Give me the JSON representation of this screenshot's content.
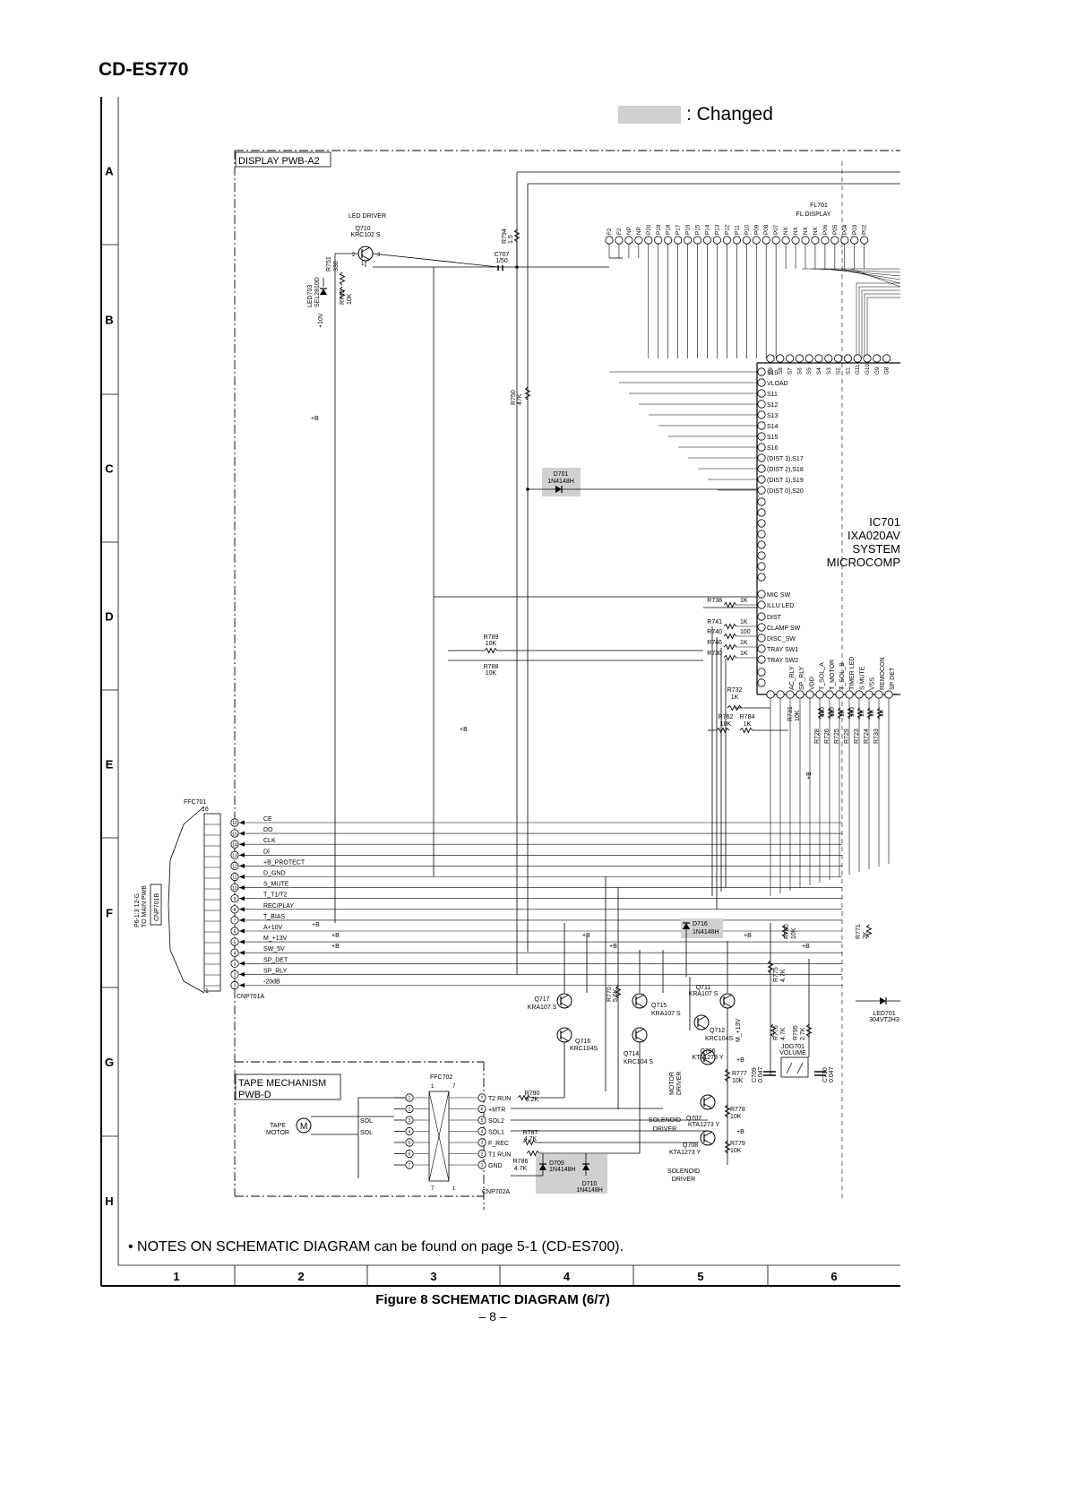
{
  "model": "CD-ES770",
  "legend_changed": ": Changed",
  "notes": "• NOTES ON SCHEMATIC DIAGRAM can be found on page 5-1 (CD-ES700).",
  "caption": "Figure 8 SCHEMATIC DIAGRAM (6/7)",
  "page_number": "– 8 –",
  "row_labels": [
    "A",
    "B",
    "C",
    "D",
    "E",
    "F",
    "G",
    "H"
  ],
  "col_labels": [
    "1",
    "2",
    "3",
    "4",
    "5",
    "6"
  ],
  "board_display": "DISPLAY PWB-A2",
  "board_tape": [
    "TAPE MECHANISM",
    "PWB-D"
  ],
  "fl701": [
    "FL701",
    "FL DISPLAY"
  ],
  "fl_pins": [
    "F2",
    "F2",
    "NP",
    "NP",
    "P20",
    "P19",
    "P18",
    "P17",
    "P16",
    "P15",
    "P14",
    "P13",
    "P12",
    "P11",
    "P10",
    "P09",
    "P08",
    "P07",
    "NX",
    "NX",
    "NX",
    "NX",
    "P06",
    "P05",
    "P04",
    "P03",
    "P02"
  ],
  "grid_pins": [
    "S9",
    "S8",
    "S7",
    "S6",
    "S5",
    "S4",
    "S3",
    "S2",
    "S1",
    "G11",
    "G10",
    "G9",
    "G8"
  ],
  "ic701": [
    "IC701",
    "IXA020AV",
    "SYSTEM",
    "MICROCOMP"
  ],
  "ic_left_pins": [
    "S10",
    "VLOAD",
    "S11",
    "S12",
    "S13",
    "S14",
    "S15",
    "S16",
    "(DIST 3),S17",
    "(DIST 2),S18",
    "(DIST 1),S19",
    "(DIST 0),S20",
    "MIC  SW",
    "ILLU  LED",
    "DIST",
    "CLAMP SW",
    "DISC_SW",
    "TRAY SW1",
    "TRAY SW2"
  ],
  "ic_bottom_pins": [
    "AC_RLY",
    "SP_RLY",
    "VDD",
    "T_SOL_A",
    "T_MOTOR",
    "T_SOL_B",
    "TIMER  LED",
    "S MUTE",
    "VSS",
    "REMOCON",
    "SP DET"
  ],
  "ffc701": [
    "FFC701",
    "16"
  ],
  "cnp701b": [
    "P6-1:3 12-G",
    "TO MAIN PWB"
  ],
  "cnp701b_name": "CNP701B",
  "cnp701a_name": "CNP701A",
  "cnp701a_signals": [
    "CE",
    "DO",
    "CLK",
    "DI",
    "+B_PROTECT",
    "D_GND",
    "S_MUTE",
    "T_T1/T2",
    "REC/PLAY",
    "T_BIAS",
    "A+10V",
    "M_+13V",
    "SW_5V",
    "SP_DET",
    "SP_RLY",
    "-20dB"
  ],
  "led_driver": [
    "LED DRIVER",
    "Q710",
    "KRC102 S"
  ],
  "led703": [
    "LED703",
    "SEL2810D"
  ],
  "d701": [
    "D701",
    "1N4148H"
  ],
  "d716": [
    "D716",
    "1N4148H"
  ],
  "d709": [
    "D709",
    "1N4148H"
  ],
  "d710": [
    "D710",
    "1N4148H"
  ],
  "c707": [
    "C707",
    "1/50"
  ],
  "ffc702": "FFC702",
  "cnp702a": "CNP702A",
  "cnp702_signals": [
    "T2 RUN",
    "+MTR",
    "SOL2",
    "SOL1",
    "F_REC",
    "T1 RUN",
    "GND"
  ],
  "tape_motor": [
    "TAPE",
    "MOTOR"
  ],
  "sol_labels": [
    "SOL",
    "SOL"
  ],
  "solenoid_driver": [
    "SOLENOID",
    "DRIVER"
  ],
  "motor_driver": [
    "MOTOR",
    "DRIVER"
  ],
  "jog701": [
    "JOG701",
    "VOLUME"
  ],
  "led701": [
    "LED701",
    "304VT2H3"
  ],
  "transistors": [
    {
      "name": "Q717",
      "part": "KRA107 S"
    },
    {
      "name": "Q715",
      "part": "KRA107 S"
    },
    {
      "name": "Q716",
      "part": "KRC104S"
    },
    {
      "name": "Q714",
      "part": "KRC104 S"
    },
    {
      "name": "Q711",
      "part": "KRA107 S"
    },
    {
      "name": "Q712",
      "part": "KRC104S"
    },
    {
      "name": "Q706",
      "part": "KTA1273 Y"
    },
    {
      "name": "Q707",
      "part": "KTA1273 Y"
    },
    {
      "name": "Q708",
      "part": "KTA1273 Y"
    }
  ],
  "resistors": [
    {
      "name": "R794",
      "value": "1.5"
    },
    {
      "name": "R751",
      "value": "330"
    },
    {
      "name": "R745",
      "value": "10K"
    },
    {
      "name": "R750",
      "value": "47K"
    },
    {
      "name": "R738",
      "value": "1K"
    },
    {
      "name": "R741",
      "value": "1K"
    },
    {
      "name": "R740",
      "value": "100"
    },
    {
      "name": "R746",
      "value": "1K"
    },
    {
      "name": "R730",
      "value": "1K"
    },
    {
      "name": "R789",
      "value": "10K"
    },
    {
      "name": "R788",
      "value": "10K"
    },
    {
      "name": "R732",
      "value": "1K"
    },
    {
      "name": "R762",
      "value": "10K"
    },
    {
      "name": "R784",
      "value": "1K"
    },
    {
      "name": "R731",
      "value": "10K"
    },
    {
      "name": "R790",
      "value": "8.2K"
    },
    {
      "name": "R787",
      "value": "4.7K"
    },
    {
      "name": "R786",
      "value": "4.7K"
    },
    {
      "name": "R770",
      "value": "5.6K"
    },
    {
      "name": "R780",
      "value": "10K"
    },
    {
      "name": "R775",
      "value": "4.7K"
    },
    {
      "name": "R776",
      "value": "4.7K"
    },
    {
      "name": "R795",
      "value": "2.7K"
    },
    {
      "name": "R777",
      "value": "10K"
    },
    {
      "name": "R778",
      "value": "10K"
    },
    {
      "name": "R779",
      "value": "10K"
    },
    {
      "name": "R771",
      "value": "2K"
    }
  ],
  "res_col": [
    "R728",
    "R726",
    "R725",
    "R729",
    "R723",
    "R724",
    "R733"
  ],
  "res_col_values": [
    "680",
    "680",
    "1K",
    "560",
    "1K",
    "1K",
    "1K"
  ],
  "caps": [
    {
      "name": "C709",
      "value": "0.047"
    },
    {
      "name": "C710",
      "value": "0.047"
    }
  ],
  "rail_plusb": "+B",
  "rail_10v": "+10V",
  "rail_m13v": "M_+13V"
}
